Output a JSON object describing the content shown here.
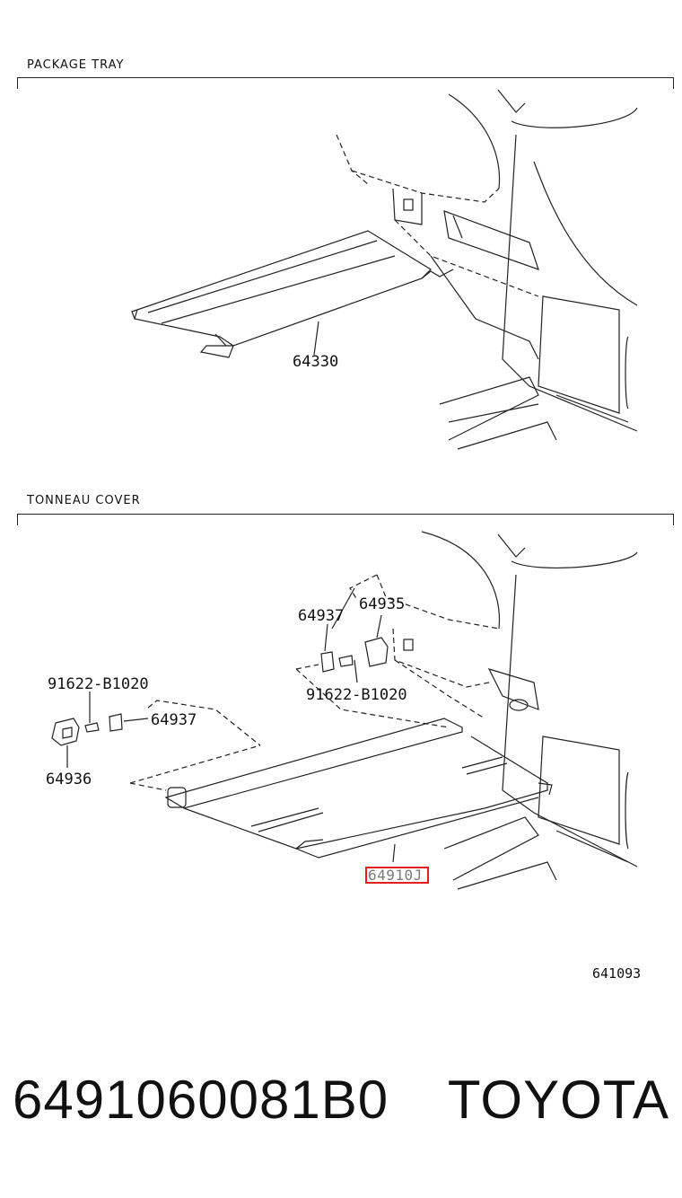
{
  "sections": [
    {
      "title": "PACKAGE TRAY"
    },
    {
      "title": "TONNEAU COVER"
    }
  ],
  "package_tray": {
    "part_number": "64330"
  },
  "tonneau_cover": {
    "parts": {
      "bracket_left_upper": "64937",
      "bracket_right_upper": "64935",
      "screw_upper": "91622-B1020",
      "screw_left": "91622-B1020",
      "clip_left": "64937",
      "holder_left": "64936",
      "cover_assembly": "64910J"
    },
    "highlighted_part": "64910J",
    "highlight_color": "#e02020"
  },
  "diagram_ref": "641093",
  "footer": {
    "part_number": "6491060081B0",
    "brand": "TOYOTA"
  }
}
